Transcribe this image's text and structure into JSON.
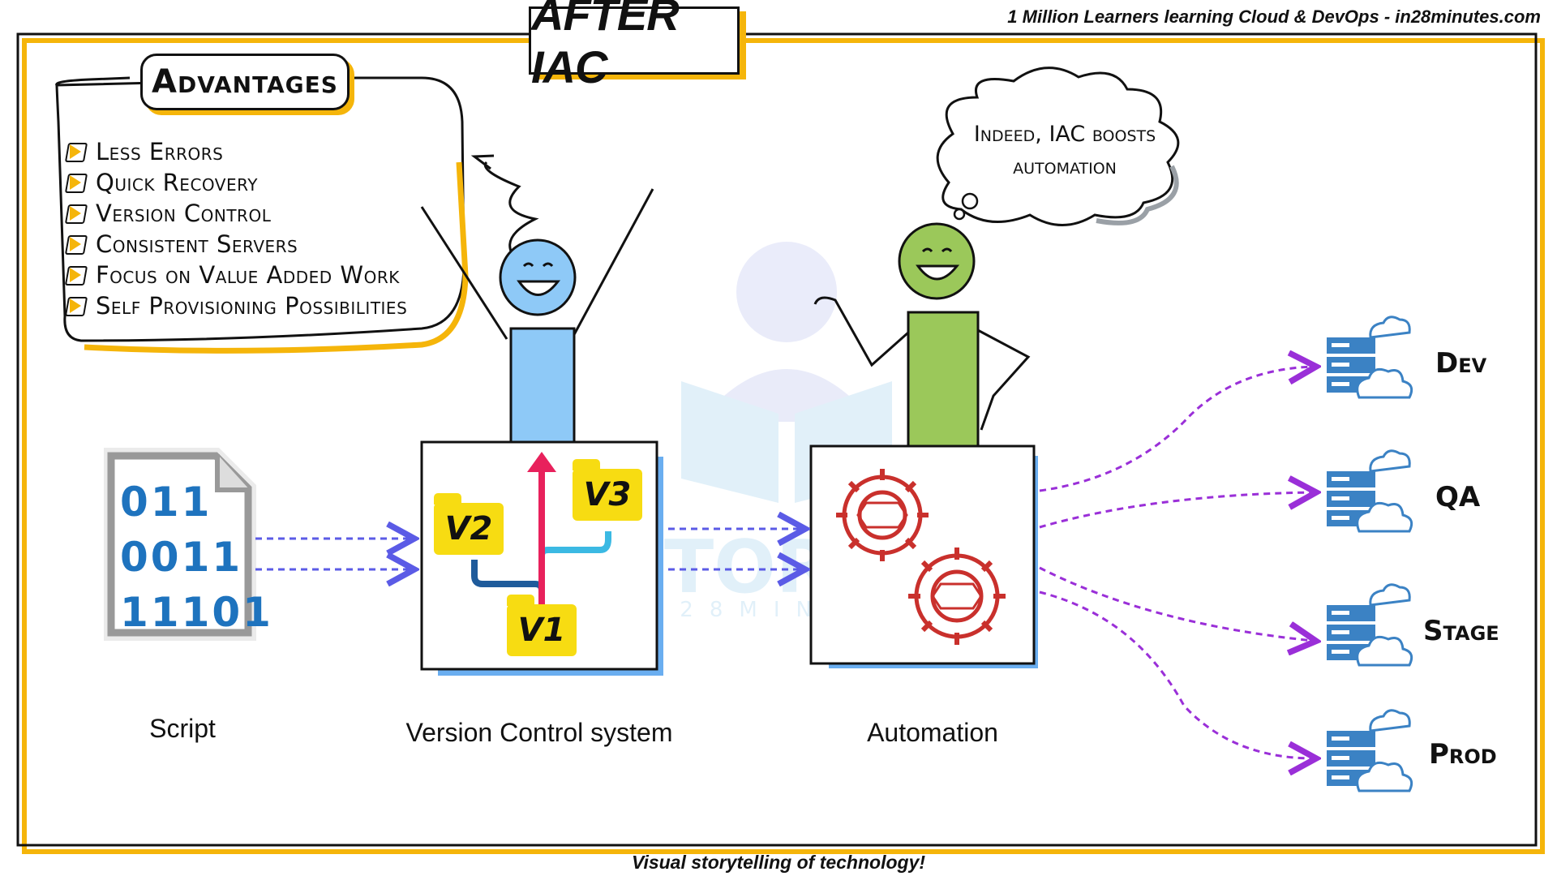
{
  "header": {
    "title": "AFTER IAC",
    "credit": "1 Million Learners learning Cloud & DevOps - in28minutes.com"
  },
  "footer": {
    "tagline": "Visual storytelling of technology!"
  },
  "advantages": {
    "title": "Advantages",
    "items": [
      "Less Errors",
      "Quick Recovery",
      "Version Control",
      "Consistent Servers",
      "Focus on Value Added Work",
      "Self Provisioning Possibilities"
    ]
  },
  "thought_bubble": {
    "line1": "Indeed, IAC boosts",
    "line2": "automation"
  },
  "script": {
    "binary": [
      "011",
      "0011",
      "11101"
    ],
    "caption": "Script"
  },
  "vcs": {
    "caption": "Version Control system",
    "versions": [
      "V1",
      "V2",
      "V3"
    ]
  },
  "automation": {
    "caption": "Automation"
  },
  "environments": [
    "Dev",
    "QA",
    "Stage",
    "Prod"
  ],
  "colors": {
    "accent": "#f5b50a",
    "person_blue": "#8ec9f7",
    "person_green": "#9bc85a",
    "gear": "#c9302c",
    "arrow_blue": "#5b5be6",
    "arrow_purple": "#9a2fd8",
    "server_blue": "#3b82c4",
    "version_yellow": "#f7dc12"
  },
  "watermark": {
    "line1": "STORIES",
    "line2": "IN28MINUTES"
  }
}
